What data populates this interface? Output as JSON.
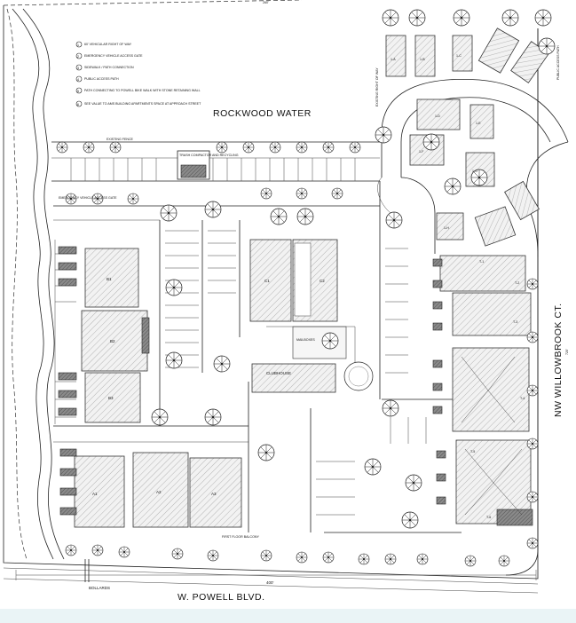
{
  "labels": {
    "rockwood_water": "ROCKWOOD WATER",
    "powell_blvd": "W. POWELL BLVD.",
    "willowbrook_ct": "NW WILLOWBROOK CT.",
    "clubhouse": "CLUBHOUSE",
    "bollards": "BOLLARDS",
    "emergency_gate": "EMERGENCY VEHICLE ACCESS GATE",
    "dim_400": "400'",
    "top_dim": "260'",
    "right_dim": "720'"
  },
  "legend": [
    {
      "num": "1",
      "text": "60' VEHICULAR RIGHT OF WAY"
    },
    {
      "num": "2",
      "text": "EMERGENCY VEHICLE ACCESS GATE"
    },
    {
      "num": "3",
      "text": "SIDEWALK / PATH CONNECTION"
    },
    {
      "num": "4",
      "text": "PUBLIC ACCESS PATH"
    },
    {
      "num": "5",
      "text": "PATH CONNECTING TO POWELL BIKE WALK WITH STONE RETAINING WALL"
    },
    {
      "num": "6",
      "text": "SEE VALUE TO AMS BUILDING APARTMENTS SPACE AT APPROACH STREET"
    }
  ],
  "buildings": {
    "west_top": "B1",
    "west_mid": "B2",
    "west_bot": "B3",
    "center_left": "C1",
    "center_right": "C2",
    "south_1": "A1",
    "south_2": "A2",
    "south_3": "A3",
    "town": [
      "T-1",
      "T-2",
      "T-3",
      "T-4",
      "T-5",
      "T-6"
    ],
    "cottages": [
      "1-A",
      "1-B",
      "1-C",
      "1-D",
      "1-E",
      "1-F",
      "1-G",
      "1-H"
    ]
  },
  "notes": {
    "trash": "TRASH COMPACTOR AND RECYCLING",
    "mail": "MAILBOXES",
    "public_path": "PUBLIC ACCESS PATH",
    "existing_fence": "EXISTING FENCE",
    "existing_row": "EXISTING RIGHT OF WAY",
    "south_note": "FIRST FLOOR BALCONY"
  }
}
